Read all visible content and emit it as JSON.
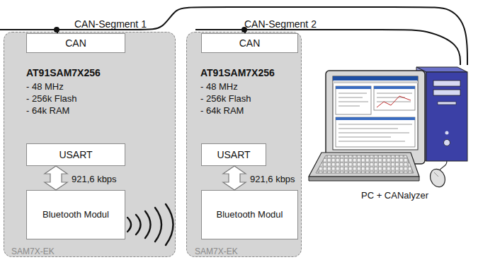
{
  "diagram": {
    "nodes": [
      {
        "text": [
          "AT91SAM7X256",
          "- 48 MHz",
          "- 256k Flash",
          "- 64k RAM",
          "SAM7X-EK"
        ]
      },
      {
        "text": [
          "CAN"
        ],
        "in": 0
      },
      {
        "text": [
          "USART"
        ],
        "in": 0
      },
      {
        "text": [
          "Bluetooth Modul"
        ],
        "in": 0
      },
      {
        "text": [
          "AT91SAM7X256",
          "- 48 MHz",
          "- 256k Flash",
          "- 64k RAM",
          "SAM7X-EK"
        ]
      },
      {
        "text": [
          "CAN"
        ],
        "in": 4
      },
      {
        "text": [
          "USART"
        ],
        "in": 4
      },
      {
        "text": [
          "Bluetooth Modul"
        ],
        "in": 4
      },
      {
        "text": [
          "PC + CANalyzer"
        ]
      }
    ],
    "edges": [
      {
        "from": 1,
        "to": 8,
        "arrow": "none",
        "label": "CAN-Segment 1"
      },
      {
        "from": 2,
        "to": 3,
        "arrow": "both",
        "label": "921,6 kbps"
      },
      {
        "from": 5,
        "to": 8,
        "arrow": "none",
        "label": "CAN-Segment 2"
      },
      {
        "from": 6,
        "to": 7,
        "arrow": "both",
        "label": "921,6 kbps"
      }
    ]
  }
}
